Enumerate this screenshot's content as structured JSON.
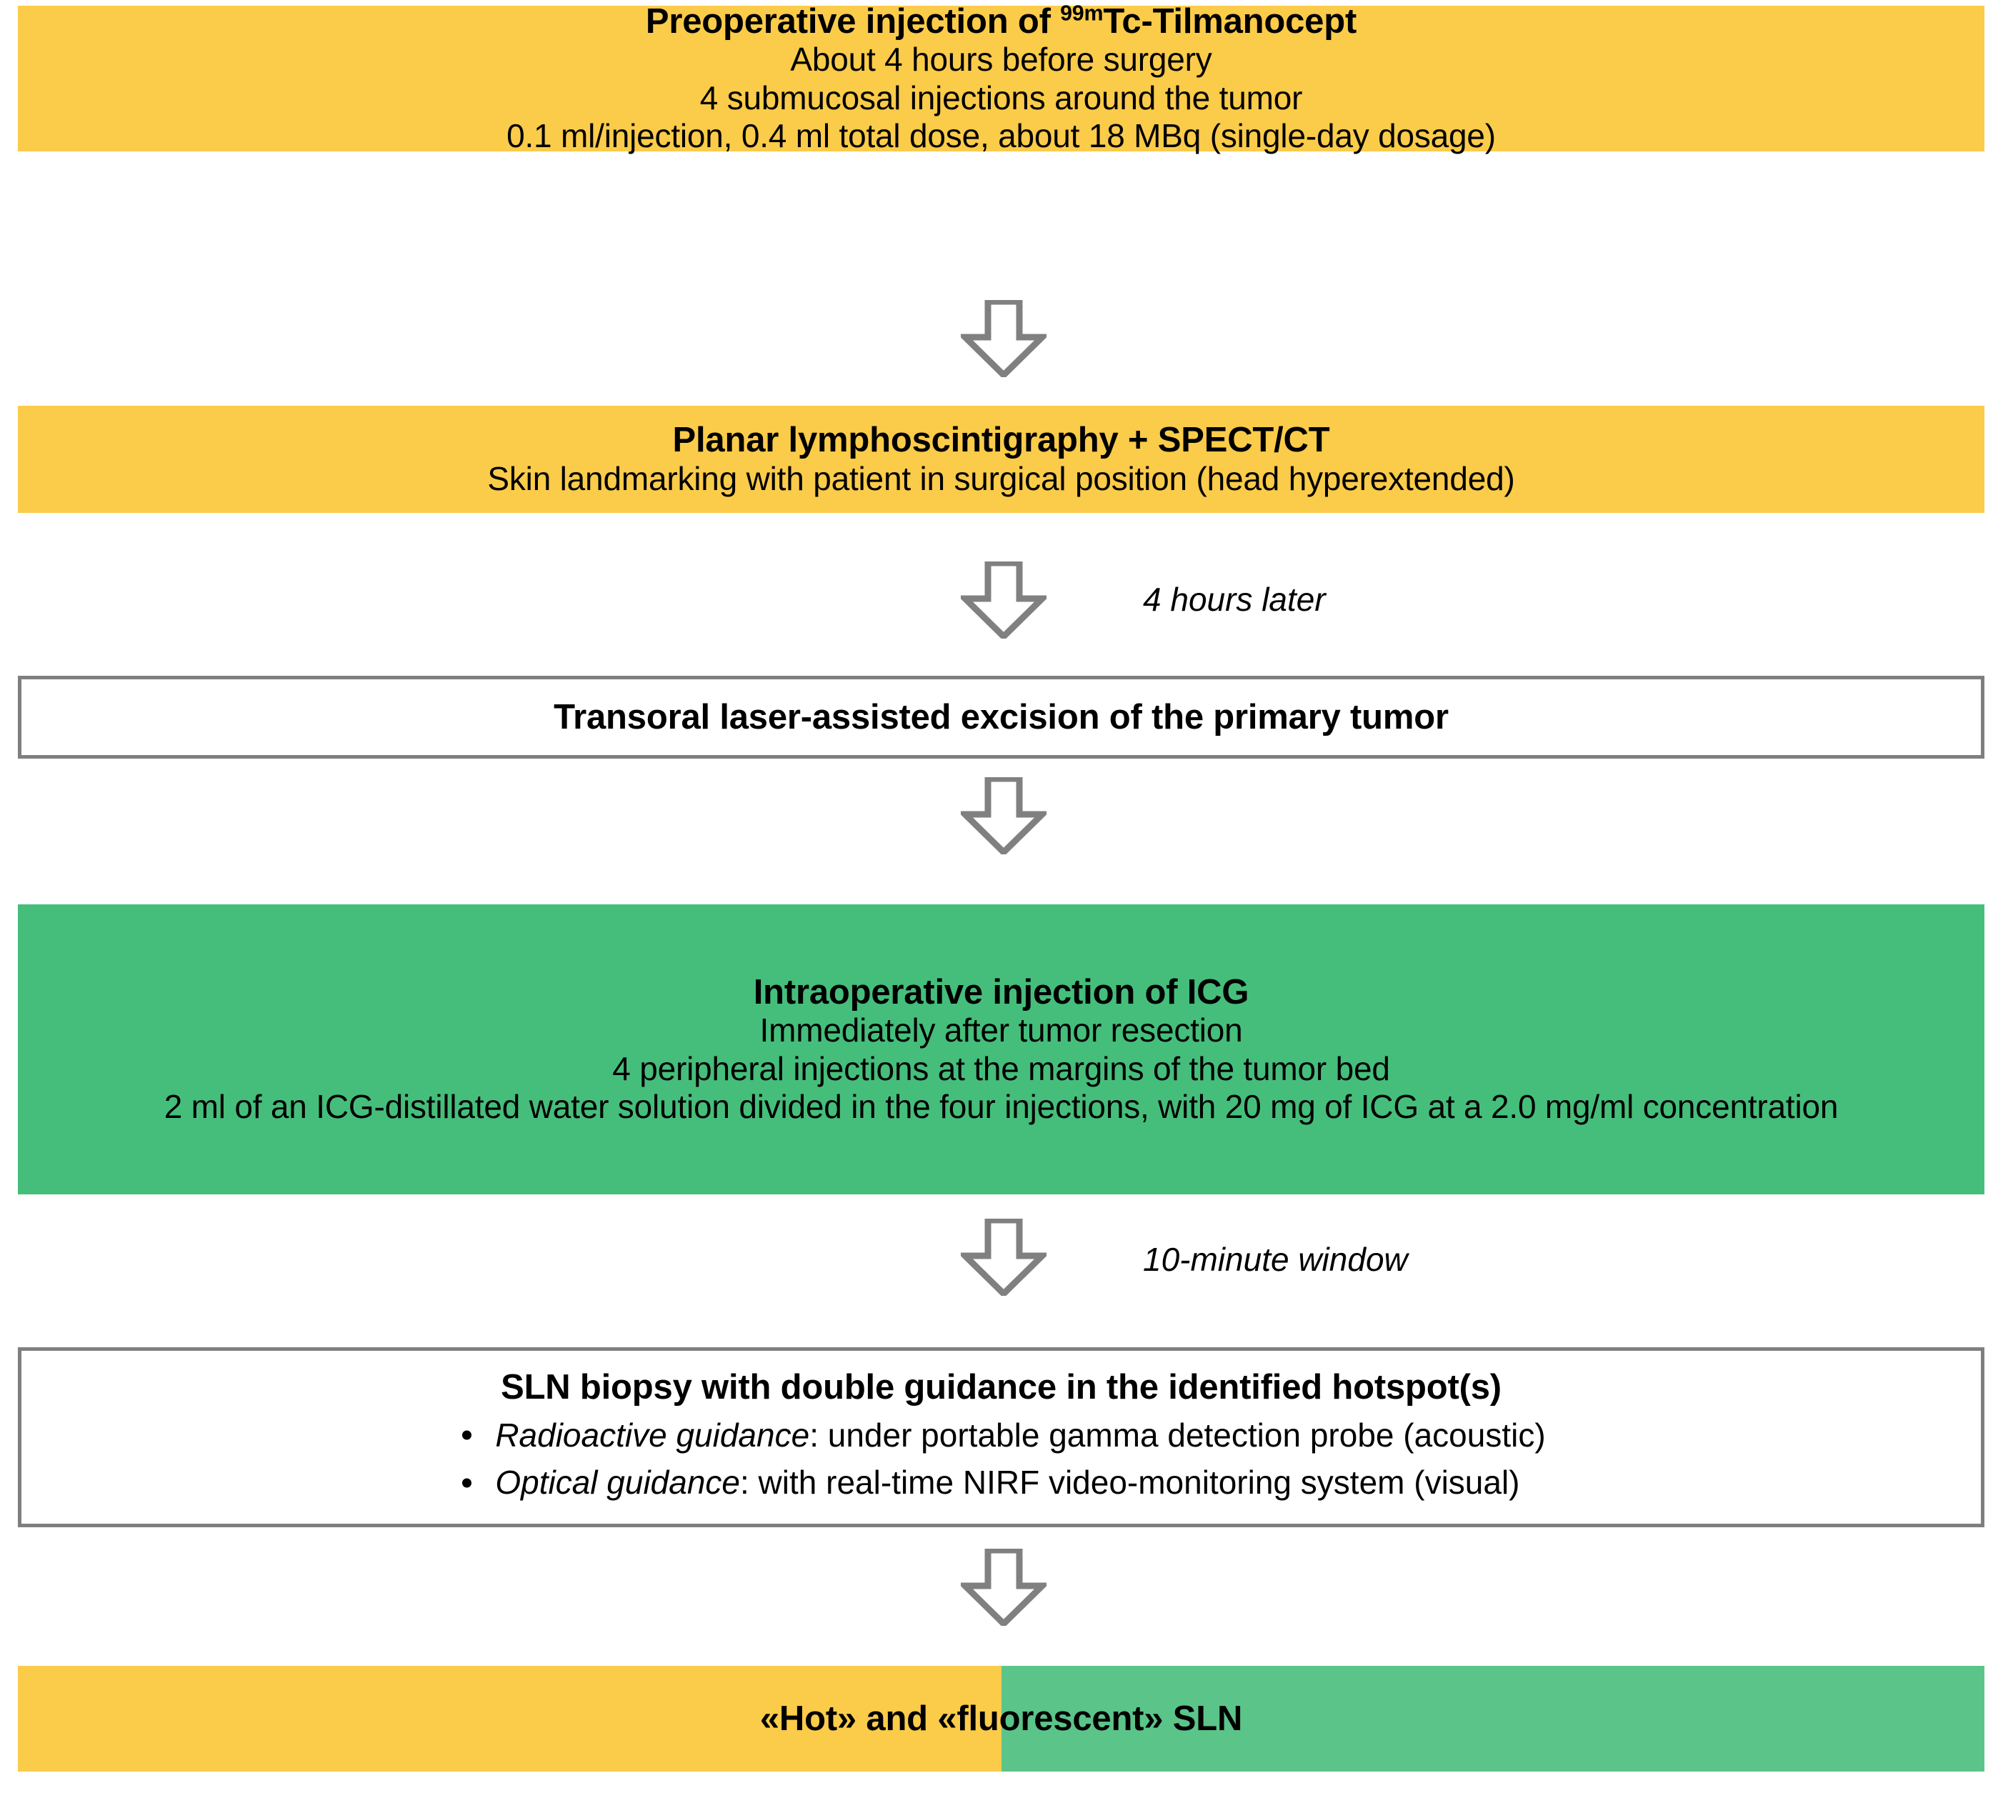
{
  "diagram": {
    "title": "Sentinel lymph node biopsy workflow with double guidance",
    "colors": {
      "yellow": "#FBCB4A",
      "green": "#45BE7B",
      "green_light": "#5BC489",
      "box_border": "#7f7f7f",
      "arrow_stroke": "#808080",
      "arrow_fill": "#ffffff",
      "text": "#000000"
    },
    "nodes": [
      {
        "id": "preoperative-injection",
        "fill": "yellow",
        "title_pre": "Preoperative injection of ",
        "title_sup": "99m",
        "title_post": "Tc-Tilmanocept",
        "lines": [
          "About 4 hours before surgery",
          "4 submucosal injections around the tumor",
          "0.1 ml/injection, 0.4 ml total dose, about 18 MBq (single-day dosage)"
        ]
      },
      {
        "id": "planar-lymphoscintigraphy",
        "fill": "yellow",
        "title": "Planar lymphoscintigraphy + SPECT/CT",
        "lines": [
          "Skin landmarking with patient in surgical position (head hyperextended)"
        ]
      },
      {
        "id": "transoral-excision",
        "fill": "white",
        "title": "Transoral laser-assisted excision of the primary tumor",
        "lines": []
      },
      {
        "id": "intraoperative-icg",
        "fill": "green",
        "title": "Intraoperative injection of ICG",
        "lines": [
          "Immediately after tumor resection",
          "4 peripheral injections at the margins of the tumor bed",
          "2 ml of an ICG-distillated water solution divided in the four injections, with 20 mg of ICG at a 2.0 mg/ml concentration"
        ]
      },
      {
        "id": "sln-biopsy",
        "fill": "white",
        "title": "SLN biopsy with double guidance in the identified hotspot(s)",
        "bullets": [
          {
            "label": "Radioactive guidance",
            "rest": ": under portable gamma detection probe (acoustic)"
          },
          {
            "label": "Optical guidance",
            "rest": ": with real-time NIRF video-monitoring system (visual)"
          }
        ]
      },
      {
        "id": "hot-fluorescent-sln",
        "fill": "split",
        "title": "«Hot» and «fluorescent» SLN",
        "lines": []
      }
    ],
    "arrows": [
      {
        "id": "arrow-1",
        "label": ""
      },
      {
        "id": "arrow-2",
        "label": "4 hours later"
      },
      {
        "id": "arrow-3",
        "label": ""
      },
      {
        "id": "arrow-4",
        "label": ""
      },
      {
        "id": "arrow-5",
        "label": "10-minute window"
      },
      {
        "id": "arrow-6",
        "label": ""
      }
    ]
  }
}
